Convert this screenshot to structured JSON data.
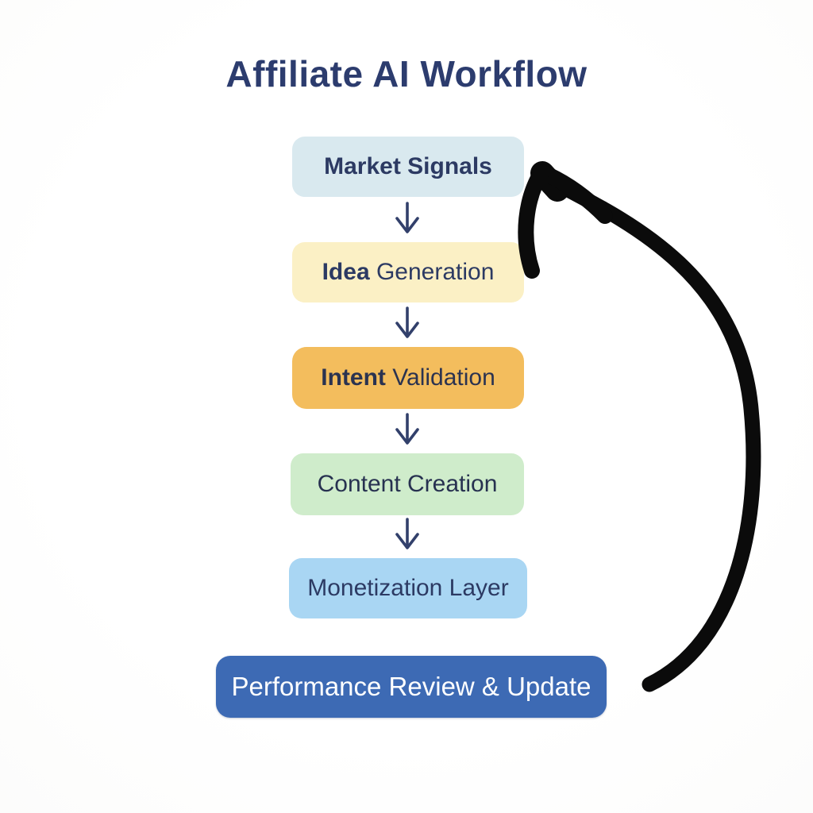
{
  "title": {
    "text": "Affiliate AI Workflow"
  },
  "colors": {
    "background": "#ffffff",
    "title": "#2c3c6e",
    "connector": "#32406b",
    "loop_arrow": "#0b0b0b"
  },
  "icons": {
    "connector": "down-arrow-icon",
    "loop": "curved-loop-arrow-icon"
  },
  "workflow": {
    "steps": [
      {
        "id": "market-signals",
        "strong": "Market Signals",
        "rest": "",
        "bg": "#d9e9ef",
        "fg": "#2c3a63"
      },
      {
        "id": "idea-generation",
        "strong": "Idea",
        "rest": " Generation",
        "bg": "#fbf0c5",
        "fg": "#2c3a63"
      },
      {
        "id": "intent-validation",
        "strong": "Intent",
        "rest": " Validation",
        "bg": "#f3bd5d",
        "fg": "#2b3350"
      },
      {
        "id": "content-creation",
        "strong": "",
        "rest": "Content Creation",
        "bg": "#cfeccb",
        "fg": "#273150"
      },
      {
        "id": "monetization-layer",
        "strong": "",
        "rest": "Monetization Layer",
        "bg": "#a9d6f3",
        "fg": "#2c3a63"
      },
      {
        "id": "performance-review",
        "strong": "",
        "rest": "Performance Review & Update",
        "bg": "#3d6ab4",
        "fg": "#ffffff"
      }
    ]
  }
}
